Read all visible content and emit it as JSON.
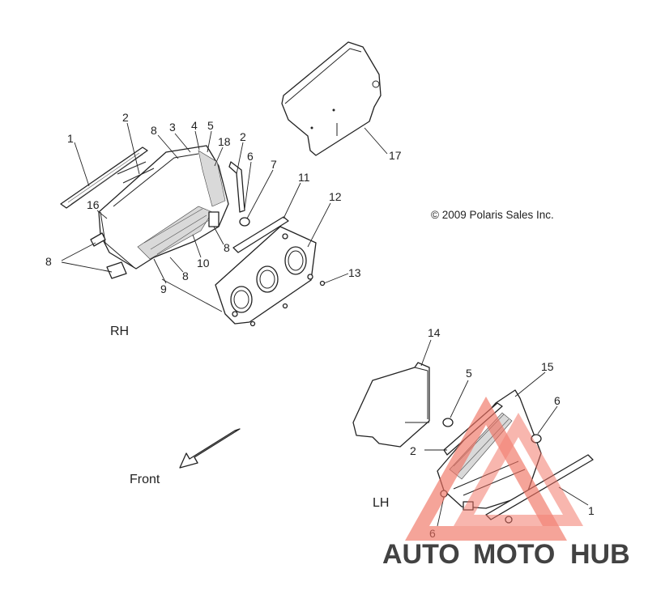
{
  "copyright": "© 2009 Polaris Sales Inc.",
  "rh_label": "RH",
  "lh_label": "LH",
  "front_label": "Front",
  "watermark": {
    "auto": "AUTO",
    "moto": "MOTO",
    "hub": "HUB",
    "color_red": "#f07060",
    "color_orange": "#f3c080",
    "color_gray": "#6f6f6f"
  },
  "rh_callouts": [
    "1",
    "2",
    "8",
    "3",
    "4",
    "5",
    "18",
    "2",
    "6",
    "7",
    "11",
    "12",
    "16",
    "8",
    "8",
    "10",
    "8",
    "9",
    "13",
    "17"
  ],
  "lh_callouts": [
    "14",
    "5",
    "15",
    "6",
    "2",
    "1",
    "6"
  ]
}
